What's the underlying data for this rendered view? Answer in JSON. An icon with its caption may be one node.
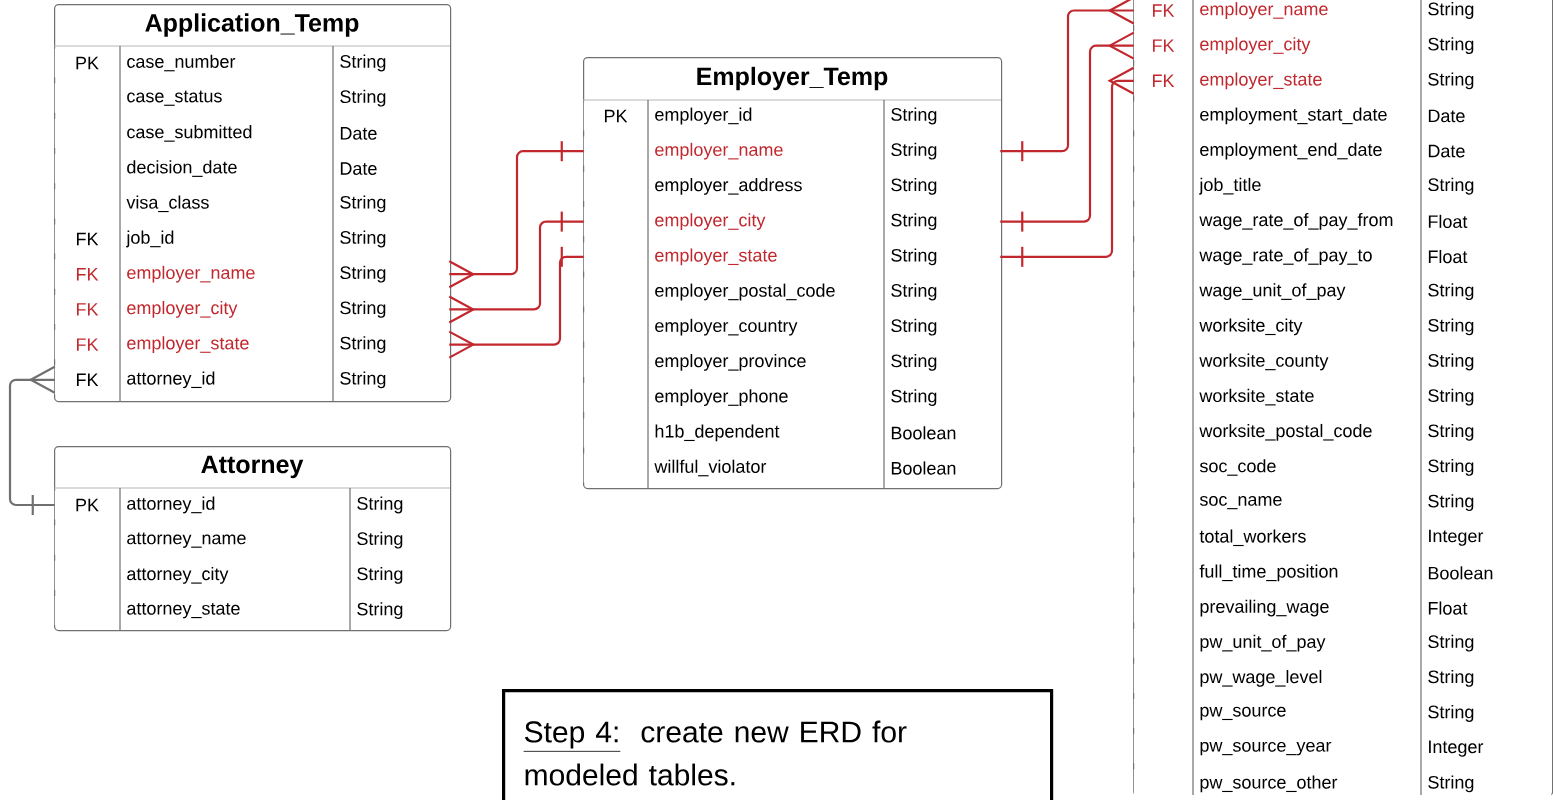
{
  "diagram": {
    "nodes": [
      {
        "text": [
          "Application_Temp"
        ]
      },
      {
        "text": [
          "PK",
          "case_number",
          "String"
        ],
        "in": 0
      },
      {
        "text": [
          "case_status",
          "String"
        ],
        "in": 0
      },
      {
        "text": [
          "case_submitted",
          "Date"
        ],
        "in": 0
      },
      {
        "text": [
          "decision_date",
          "Date"
        ],
        "in": 0
      },
      {
        "text": [
          "visa_class",
          "String"
        ],
        "in": 0
      },
      {
        "text": [
          "FK",
          "job_id",
          "String"
        ],
        "in": 0
      },
      {
        "text": [
          "FK",
          "employer_name",
          "String"
        ],
        "in": 0
      },
      {
        "text": [
          "FK",
          "employer_city",
          "String"
        ],
        "in": 0
      },
      {
        "text": [
          "FK",
          "employer_state",
          "String"
        ],
        "in": 0
      },
      {
        "text": [
          "FK",
          "attorney_id",
          "String"
        ],
        "in": 0
      },
      {
        "text": [
          "Attorney"
        ]
      },
      {
        "text": [
          "PK",
          "attorney_id",
          "String"
        ],
        "in": 11
      },
      {
        "text": [
          "attorney_name",
          "String"
        ],
        "in": 11
      },
      {
        "text": [
          "attorney_city",
          "String"
        ],
        "in": 11
      },
      {
        "text": [
          "attorney_state",
          "String"
        ],
        "in": 11
      },
      {
        "text": [
          "Employer_Temp"
        ]
      },
      {
        "text": [
          "PK",
          "employer_id",
          "String"
        ],
        "in": 16
      },
      {
        "text": [
          "employer_name",
          "String"
        ],
        "in": 16
      },
      {
        "text": [
          "employer_address",
          "String"
        ],
        "in": 16
      },
      {
        "text": [
          "employer_city",
          "String"
        ],
        "in": 16
      },
      {
        "text": [
          "employer_state",
          "String"
        ],
        "in": 16
      },
      {
        "text": [
          "employer_postal_code",
          "String"
        ],
        "in": 16
      },
      {
        "text": [
          "employer_country",
          "String"
        ],
        "in": 16
      },
      {
        "text": [
          "employer_province",
          "String"
        ],
        "in": 16
      },
      {
        "text": [
          "employer_phone",
          "String"
        ],
        "in": 16
      },
      {
        "text": [
          "h1b_dependent",
          "Boolean"
        ],
        "in": 16
      },
      {
        "text": [
          "willful_violator",
          "Boolean"
        ],
        "in": 16
      },
      {
        "text": [],
        "shape": "box"
      },
      {
        "text": [
          "FK",
          "employer_name",
          "String"
        ],
        "in": 28
      },
      {
        "text": [
          "FK",
          "employer_city",
          "String"
        ],
        "in": 28
      },
      {
        "text": [
          "FK",
          "employer_state",
          "String"
        ],
        "in": 28
      },
      {
        "text": [
          "employment_start_date",
          "Date"
        ],
        "in": 28
      },
      {
        "text": [
          "employment_end_date",
          "Date"
        ],
        "in": 28
      },
      {
        "text": [
          "job_title",
          "String"
        ],
        "in": 28
      },
      {
        "text": [
          "wage_rate_of_pay_from",
          "Float"
        ],
        "in": 28
      },
      {
        "text": [
          "wage_rate_of_pay_to",
          "Float"
        ],
        "in": 28
      },
      {
        "text": [
          "wage_unit_of_pay",
          "String"
        ],
        "in": 28
      },
      {
        "text": [
          "worksite_city",
          "String"
        ],
        "in": 28
      },
      {
        "text": [
          "worksite_county",
          "String"
        ],
        "in": 28
      },
      {
        "text": [
          "worksite_state",
          "String"
        ],
        "in": 28
      },
      {
        "text": [
          "worksite_postal_code",
          "String"
        ],
        "in": 28
      },
      {
        "text": [
          "soc_code",
          "String"
        ],
        "in": 28
      },
      {
        "text": [
          "soc_name",
          "String"
        ],
        "in": 28
      },
      {
        "text": [
          "total_workers",
          "Integer"
        ],
        "in": 28
      },
      {
        "text": [
          "full_time_position",
          "Boolean"
        ],
        "in": 28
      },
      {
        "text": [
          "prevailing_wage",
          "Float"
        ],
        "in": 28
      },
      {
        "text": [
          "pw_unit_of_pay",
          "String"
        ],
        "in": 28
      },
      {
        "text": [
          "pw_wage_level",
          "String"
        ],
        "in": 28
      },
      {
        "text": [
          "pw_source",
          "String"
        ],
        "in": 28
      },
      {
        "text": [
          "pw_source_year",
          "Integer"
        ],
        "in": 28
      },
      {
        "text": [
          "pw_source_other",
          "String"
        ],
        "in": 28
      },
      {
        "text": [
          "Step 4:",
          "create new ERD for modeled tables."
        ]
      }
    ],
    "edges": [
      {
        "from": 18,
        "to": 7,
        "arrow": "other"
      },
      {
        "from": 20,
        "to": 8,
        "arrow": "other"
      },
      {
        "from": 21,
        "to": 9,
        "arrow": "other"
      },
      {
        "from": 18,
        "to": 29,
        "arrow": "other"
      },
      {
        "from": 20,
        "to": 30,
        "arrow": "other"
      },
      {
        "from": 21,
        "to": 31,
        "arrow": "other"
      },
      {
        "from": 12,
        "to": 10,
        "arrow": "other",
        "color": "#707070"
      }
    ]
  }
}
